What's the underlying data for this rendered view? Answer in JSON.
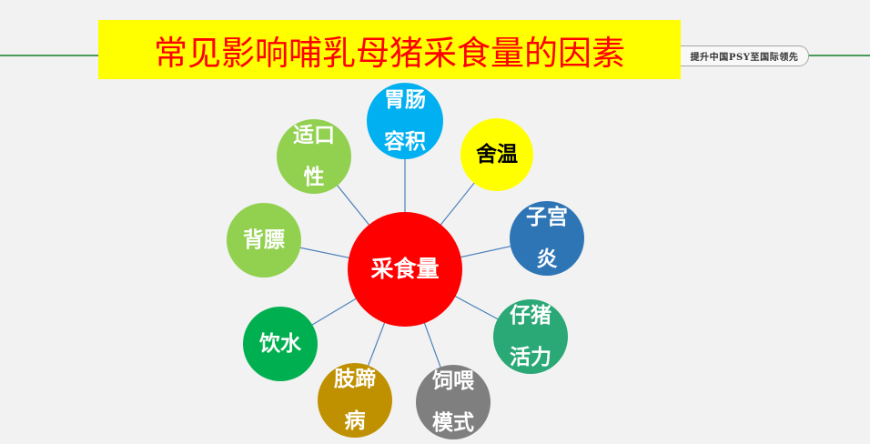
{
  "slide": {
    "title": "常见影响哺乳母猪采食量的因素",
    "tagline": "提升中国PSY至国际领先",
    "colors": {
      "background": "#F2F2F2",
      "title_bg": "#FFFF00",
      "title_text": "#FF0000",
      "rule_line": "#4A9A5A",
      "connector": "#4F81BD"
    }
  },
  "diagram": {
    "center": {
      "label": "采食量",
      "color": "#FF0000",
      "text_color": "#FFFFFF"
    },
    "nodes": [
      {
        "lines": [
          "胃肠",
          "容积"
        ],
        "color": "#00B0F0",
        "text_color": "#FFFFFF"
      },
      {
        "lines": [
          "舍温"
        ],
        "color": "#FFFF00",
        "text_color": "#000000"
      },
      {
        "lines": [
          "子宫",
          "炎"
        ],
        "color": "#2E75B6",
        "text_color": "#FFFFFF"
      },
      {
        "lines": [
          "仔猪",
          "活力"
        ],
        "color": "#2AA876",
        "text_color": "#FFFFFF"
      },
      {
        "lines": [
          "饲喂",
          "模式"
        ],
        "color": "#7F7F7F",
        "text_color": "#FFFFFF"
      },
      {
        "lines": [
          "肢蹄",
          "病"
        ],
        "color": "#BF9000",
        "text_color": "#FFFFFF"
      },
      {
        "lines": [
          "饮水"
        ],
        "color": "#00B050",
        "text_color": "#FFFFFF"
      },
      {
        "lines": [
          "背膘"
        ],
        "color": "#92D050",
        "text_color": "#FFFFFF"
      },
      {
        "lines": [
          "适口",
          "性"
        ],
        "color": "#92D050",
        "text_color": "#FFFFFF"
      }
    ]
  }
}
